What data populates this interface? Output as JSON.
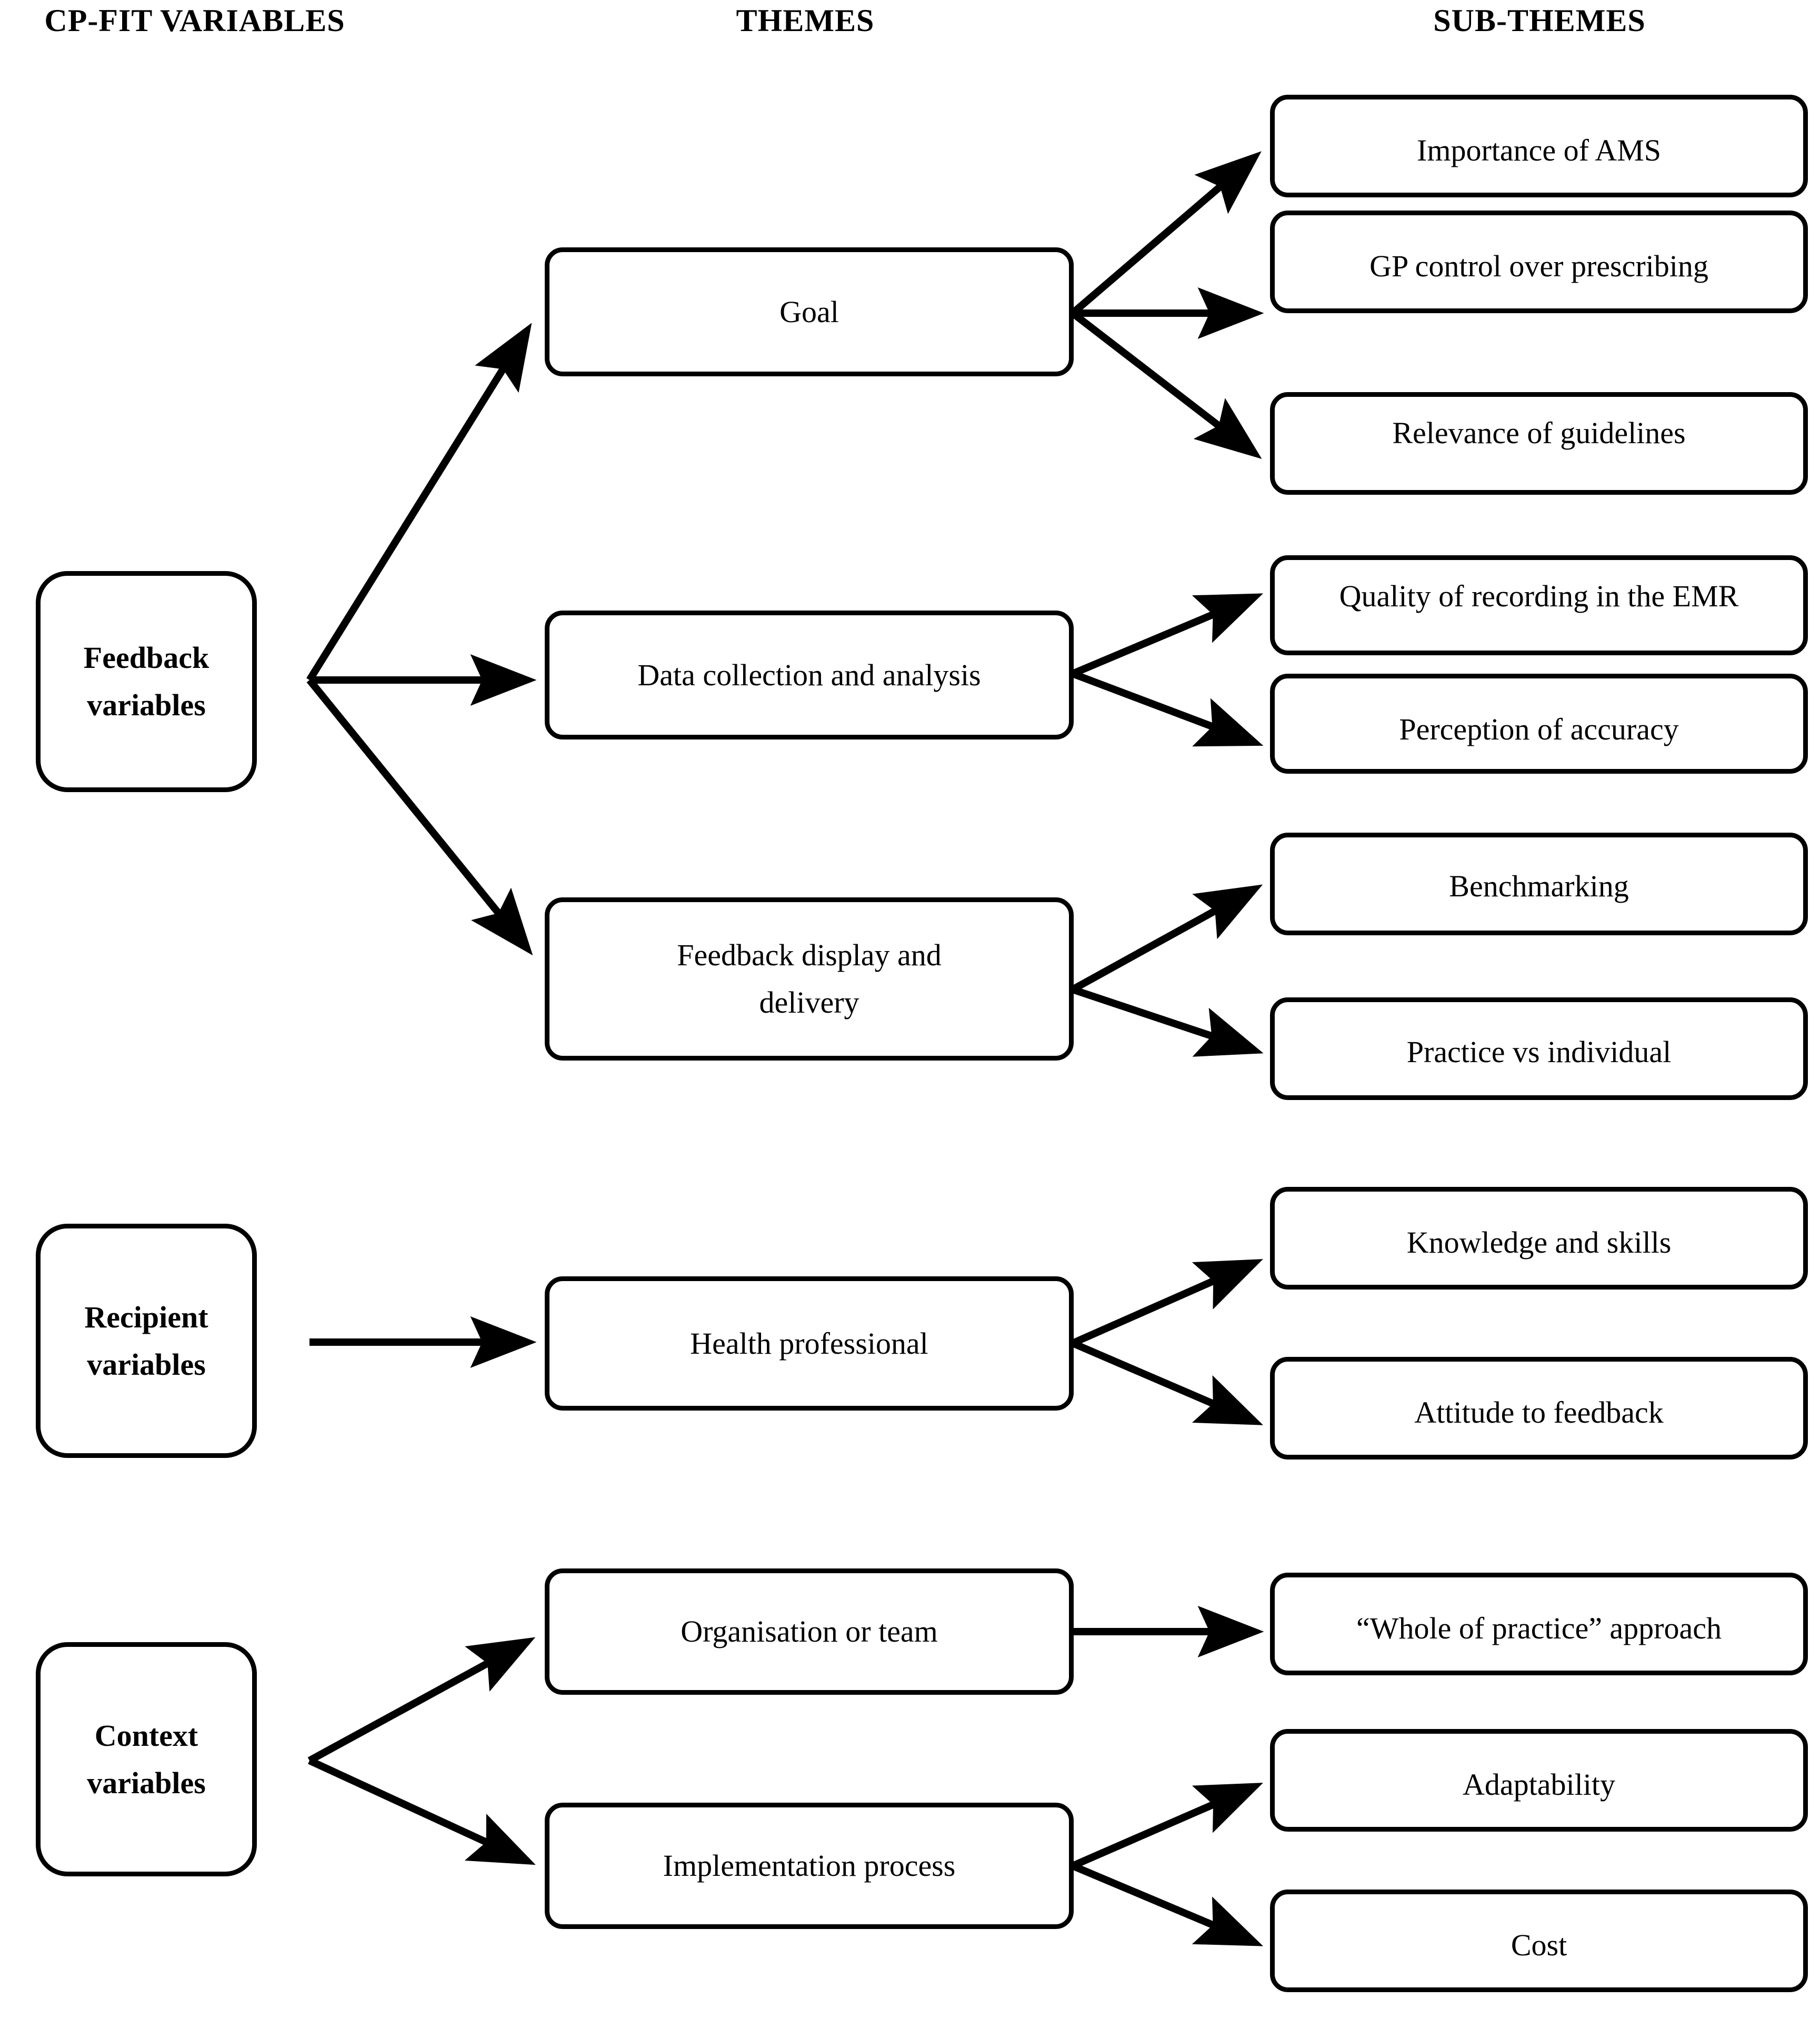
{
  "diagram": {
    "title_columns": {
      "left": "CP-FIT VARIABLES",
      "middle": "THEMES",
      "right": "SUB-THEMES"
    },
    "colors": {
      "stroke": "#000000",
      "fill": "#ffffff",
      "text": "#000000"
    },
    "cpfit_variables": [
      {
        "id": "feedback",
        "label": "Feedback\nvariables",
        "line1": "Feedback",
        "line2": "variables"
      },
      {
        "id": "recipient",
        "label": "Recipient\nvariables",
        "line1": "Recipient",
        "line2": "variables"
      },
      {
        "id": "context",
        "label": "Context\nvariables",
        "line1": "Context",
        "line2": "variables"
      }
    ],
    "themes": [
      {
        "id": "goal",
        "label": "Goal",
        "line1": "Goal",
        "line2": ""
      },
      {
        "id": "data-collection",
        "label": "Data collection and analysis",
        "line1": "Data collection and analysis",
        "line2": ""
      },
      {
        "id": "feedback-display",
        "label": "Feedback display and delivery",
        "line1": "Feedback display and",
        "line2": "delivery"
      },
      {
        "id": "health-professional",
        "label": "Health professional",
        "line1": "Health professional",
        "line2": ""
      },
      {
        "id": "organisation",
        "label": "Organisation or team",
        "line1": "Organisation or team",
        "line2": ""
      },
      {
        "id": "implementation",
        "label": "Implementation process",
        "line1": "Implementation process",
        "line2": ""
      }
    ],
    "subthemes": [
      {
        "id": "importance-ams",
        "label": "Importance of AMS",
        "parent": "goal"
      },
      {
        "id": "gp-control",
        "label": "GP control over prescribing",
        "parent": "goal"
      },
      {
        "id": "relevance-guidelines",
        "label": "Relevance of guidelines",
        "parent": "goal"
      },
      {
        "id": "quality-recording",
        "label": "Quality of recording in the EMR",
        "parent": "data-collection"
      },
      {
        "id": "perception-accuracy",
        "label": "Perception of accuracy",
        "parent": "data-collection"
      },
      {
        "id": "benchmarking",
        "label": "Benchmarking",
        "parent": "feedback-display"
      },
      {
        "id": "practice-vs-individual",
        "label": "Practice vs individual",
        "parent": "feedback-display"
      },
      {
        "id": "knowledge-skills",
        "label": "Knowledge and skills",
        "parent": "health-professional"
      },
      {
        "id": "attitude-feedback",
        "label": "Attitude to feedback",
        "parent": "health-professional"
      },
      {
        "id": "whole-of-practice",
        "label": "“Whole of practice” approach",
        "parent": "organisation"
      },
      {
        "id": "adaptability",
        "label": "Adaptability",
        "parent": "implementation"
      },
      {
        "id": "cost",
        "label": "Cost",
        "parent": "implementation"
      }
    ],
    "connections": [
      {
        "from": "feedback",
        "to": "goal"
      },
      {
        "from": "feedback",
        "to": "data-collection"
      },
      {
        "from": "feedback",
        "to": "feedback-display"
      },
      {
        "from": "goal",
        "to": "importance-ams"
      },
      {
        "from": "goal",
        "to": "gp-control"
      },
      {
        "from": "goal",
        "to": "relevance-guidelines"
      },
      {
        "from": "data-collection",
        "to": "quality-recording"
      },
      {
        "from": "data-collection",
        "to": "perception-accuracy"
      },
      {
        "from": "feedback-display",
        "to": "benchmarking"
      },
      {
        "from": "feedback-display",
        "to": "practice-vs-individual"
      },
      {
        "from": "recipient",
        "to": "health-professional"
      },
      {
        "from": "health-professional",
        "to": "knowledge-skills"
      },
      {
        "from": "health-professional",
        "to": "attitude-feedback"
      },
      {
        "from": "context",
        "to": "organisation"
      },
      {
        "from": "context",
        "to": "implementation"
      },
      {
        "from": "organisation",
        "to": "whole-of-practice"
      },
      {
        "from": "implementation",
        "to": "adaptability"
      },
      {
        "from": "implementation",
        "to": "cost"
      }
    ]
  }
}
